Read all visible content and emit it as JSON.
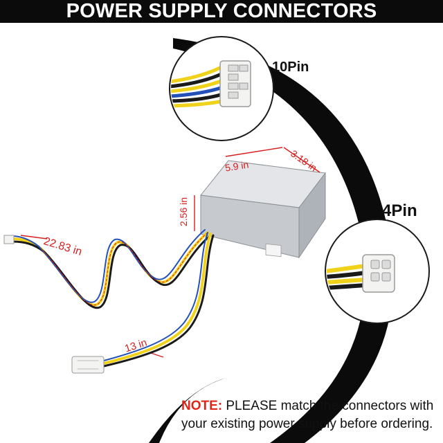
{
  "banner": {
    "title": "POWER SUPPLY CONNECTORS"
  },
  "callouts": {
    "ten_pin": "10Pin",
    "four_pin": "4Pin"
  },
  "dimensions": {
    "length": "5.9 in",
    "width": "3.18 in",
    "height": "2.56 in",
    "cable_long": "22.83 in",
    "cable_short": "13 in"
  },
  "note": {
    "label": "NOTE:",
    "line1": " PLEASE match the connectors with",
    "line2": "your existing power supply before ordering."
  },
  "colors": {
    "accent_red": "#e2231a",
    "banner_bg": "#0b0b0b",
    "psu_silver": "#c9cdd2"
  }
}
